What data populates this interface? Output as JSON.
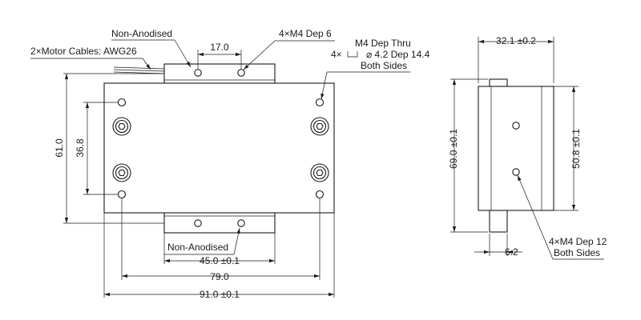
{
  "drawing": {
    "front_view": {
      "note_non_anodised_top": "Non-Anodised",
      "note_motor_cables": "2×Motor Cables: AWG26",
      "dim_top_spacing": "17.0",
      "note_m4_dep6": "4×M4 Dep 6",
      "callout_m4_dep_thru": "M4 Dep Thru",
      "callout_4x": "4×",
      "callout_counterbore": "⌀ 4.2 Dep 14.4",
      "callout_both_sides": "Both Sides",
      "dim_height": "61.0",
      "dim_hole_spacing": "36.8",
      "note_non_anodised_bottom": "Non-Anodised",
      "dim_tab_width": "45.0 ±0.1",
      "dim_hole_pitch": "79.0",
      "dim_overall_width": "91.0 ±0.1"
    },
    "side_view": {
      "dim_depth": "32.1 ±0.2",
      "dim_overall_height": "69.0 ±0.1",
      "dim_inner_height": "50.8 ±0.1",
      "dim_flange": "6.2",
      "note_m4_dep12": "4×M4 Dep 12",
      "note_both_sides": "Both Sides"
    }
  }
}
